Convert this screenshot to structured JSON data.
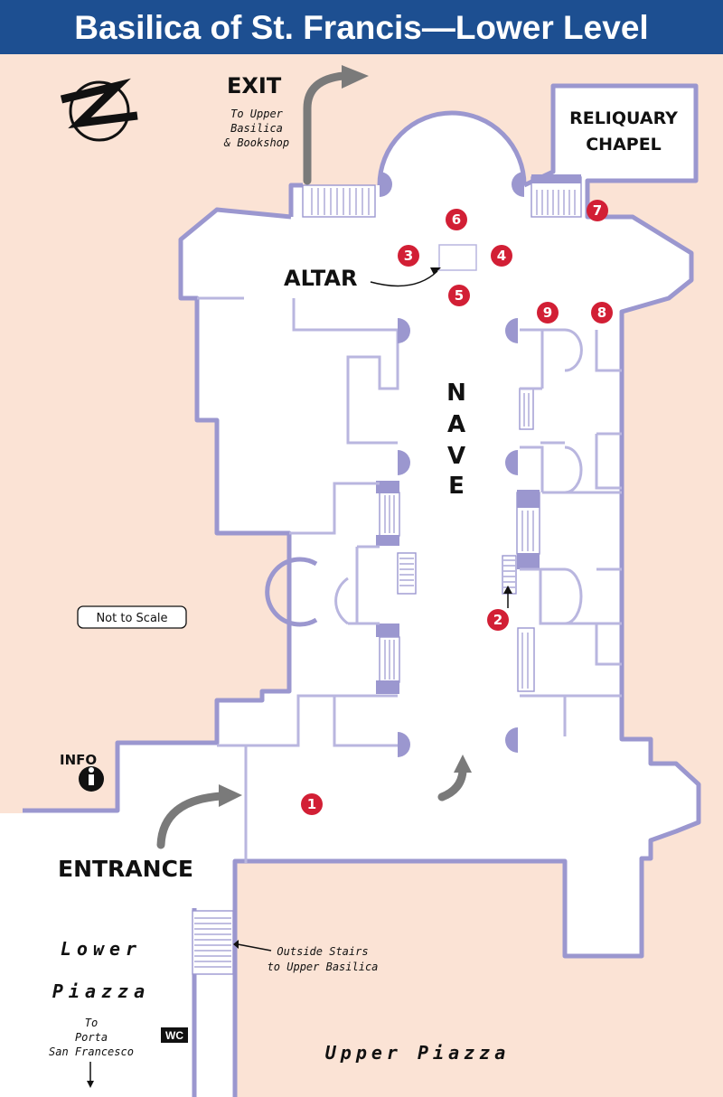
{
  "title": "Basilica of St. Francis—Lower Level",
  "labels": {
    "exit": "EXIT",
    "exit_note": [
      "To Upper",
      "Basilica",
      "& Bookshop"
    ],
    "reliquary": [
      "RELIQUARY",
      "CHAPEL"
    ],
    "altar": "ALTAR",
    "nave": [
      "N",
      "A",
      "V",
      "E"
    ],
    "not_to_scale": "Not to Scale",
    "info": "INFO",
    "entrance": "ENTRANCE",
    "lower_piazza": [
      "Lower",
      "Piazza"
    ],
    "porta": [
      "To",
      "Porta",
      "San Francesco"
    ],
    "wc": "WC",
    "outside_stairs": [
      "Outside Stairs",
      "to Upper Basilica"
    ],
    "upper_piazza": "Upper Piazza"
  },
  "markers": [
    "1",
    "2",
    "3",
    "4",
    "5",
    "6",
    "7",
    "8",
    "9"
  ],
  "colors": {
    "header": "#1d4f91",
    "outside": "#fbe3d5",
    "wall": "#9b97cf",
    "marker": "#d21f35"
  },
  "icons": {
    "north": "north-arrow-icon",
    "info": "info-icon"
  }
}
